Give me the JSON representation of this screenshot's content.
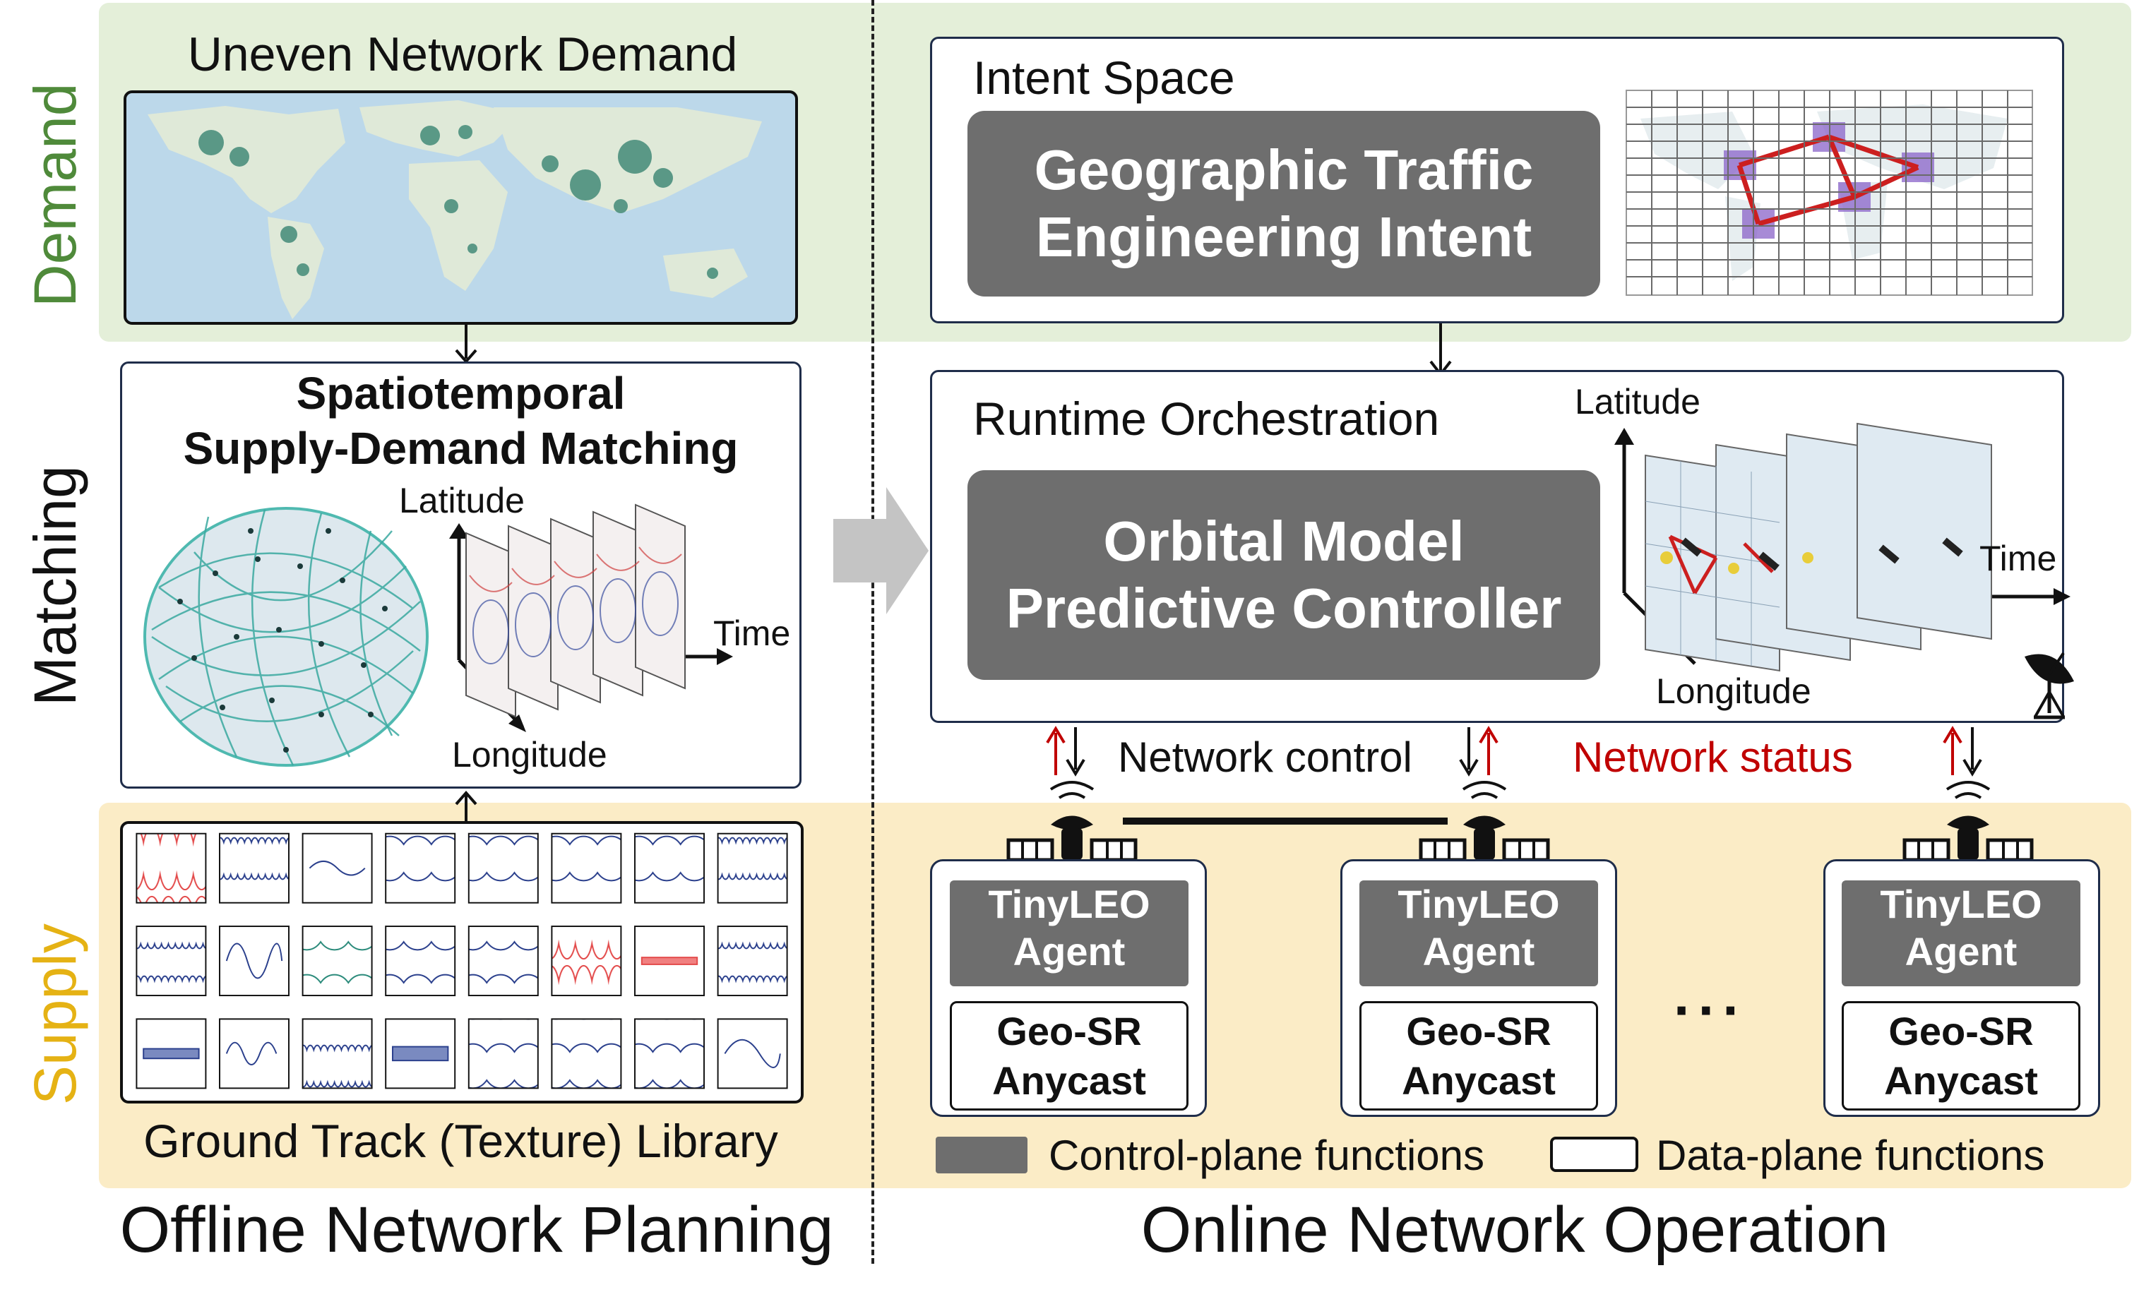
{
  "left": {
    "section_title": "Offline Network Planning",
    "demand": {
      "side_label": "Demand",
      "title": "Uneven Network Demand"
    },
    "matching": {
      "side_label": "Matching",
      "title_line1": "Spatiotemporal",
      "title_line2": "Supply-Demand Matching",
      "axis_latitude": "Latitude",
      "axis_longitude": "Longitude",
      "axis_time": "Time"
    },
    "supply": {
      "side_label": "Supply",
      "library_title": "Ground Track (Texture) Library"
    }
  },
  "right": {
    "section_title": "Online Network Operation",
    "intent": {
      "title": "Intent Space",
      "block_line1": "Geographic Traffic",
      "block_line2": "Engineering Intent"
    },
    "runtime": {
      "title": "Runtime Orchestration",
      "block_line1": "Orbital Model",
      "block_line2": "Predictive Controller",
      "axis_latitude": "Latitude",
      "axis_longitude": "Longitude",
      "axis_time": "Time"
    },
    "links": {
      "network_control": "Network control",
      "network_status": "Network status"
    },
    "agents": [
      {
        "control_line1": "TinyLEO",
        "control_line2": "Agent",
        "data_line1": "Geo-SR",
        "data_line2": "Anycast"
      },
      {
        "control_line1": "TinyLEO",
        "control_line2": "Agent",
        "data_line1": "Geo-SR",
        "data_line2": "Anycast"
      },
      {
        "control_line1": "TinyLEO",
        "control_line2": "Agent",
        "data_line1": "Geo-SR",
        "data_line2": "Anycast"
      }
    ],
    "ellipsis": "···",
    "legend": {
      "control_plane": "Control-plane functions",
      "data_plane": "Data-plane functions"
    }
  },
  "colors": {
    "demand_band": "#e4efd9",
    "supply_band": "#fbecc6",
    "demand_label": "#4f8a3a",
    "supply_label": "#e5b214",
    "status_red": "#c00000",
    "block_gray": "#6e6e6e",
    "box_border": "#1f2d4a"
  }
}
